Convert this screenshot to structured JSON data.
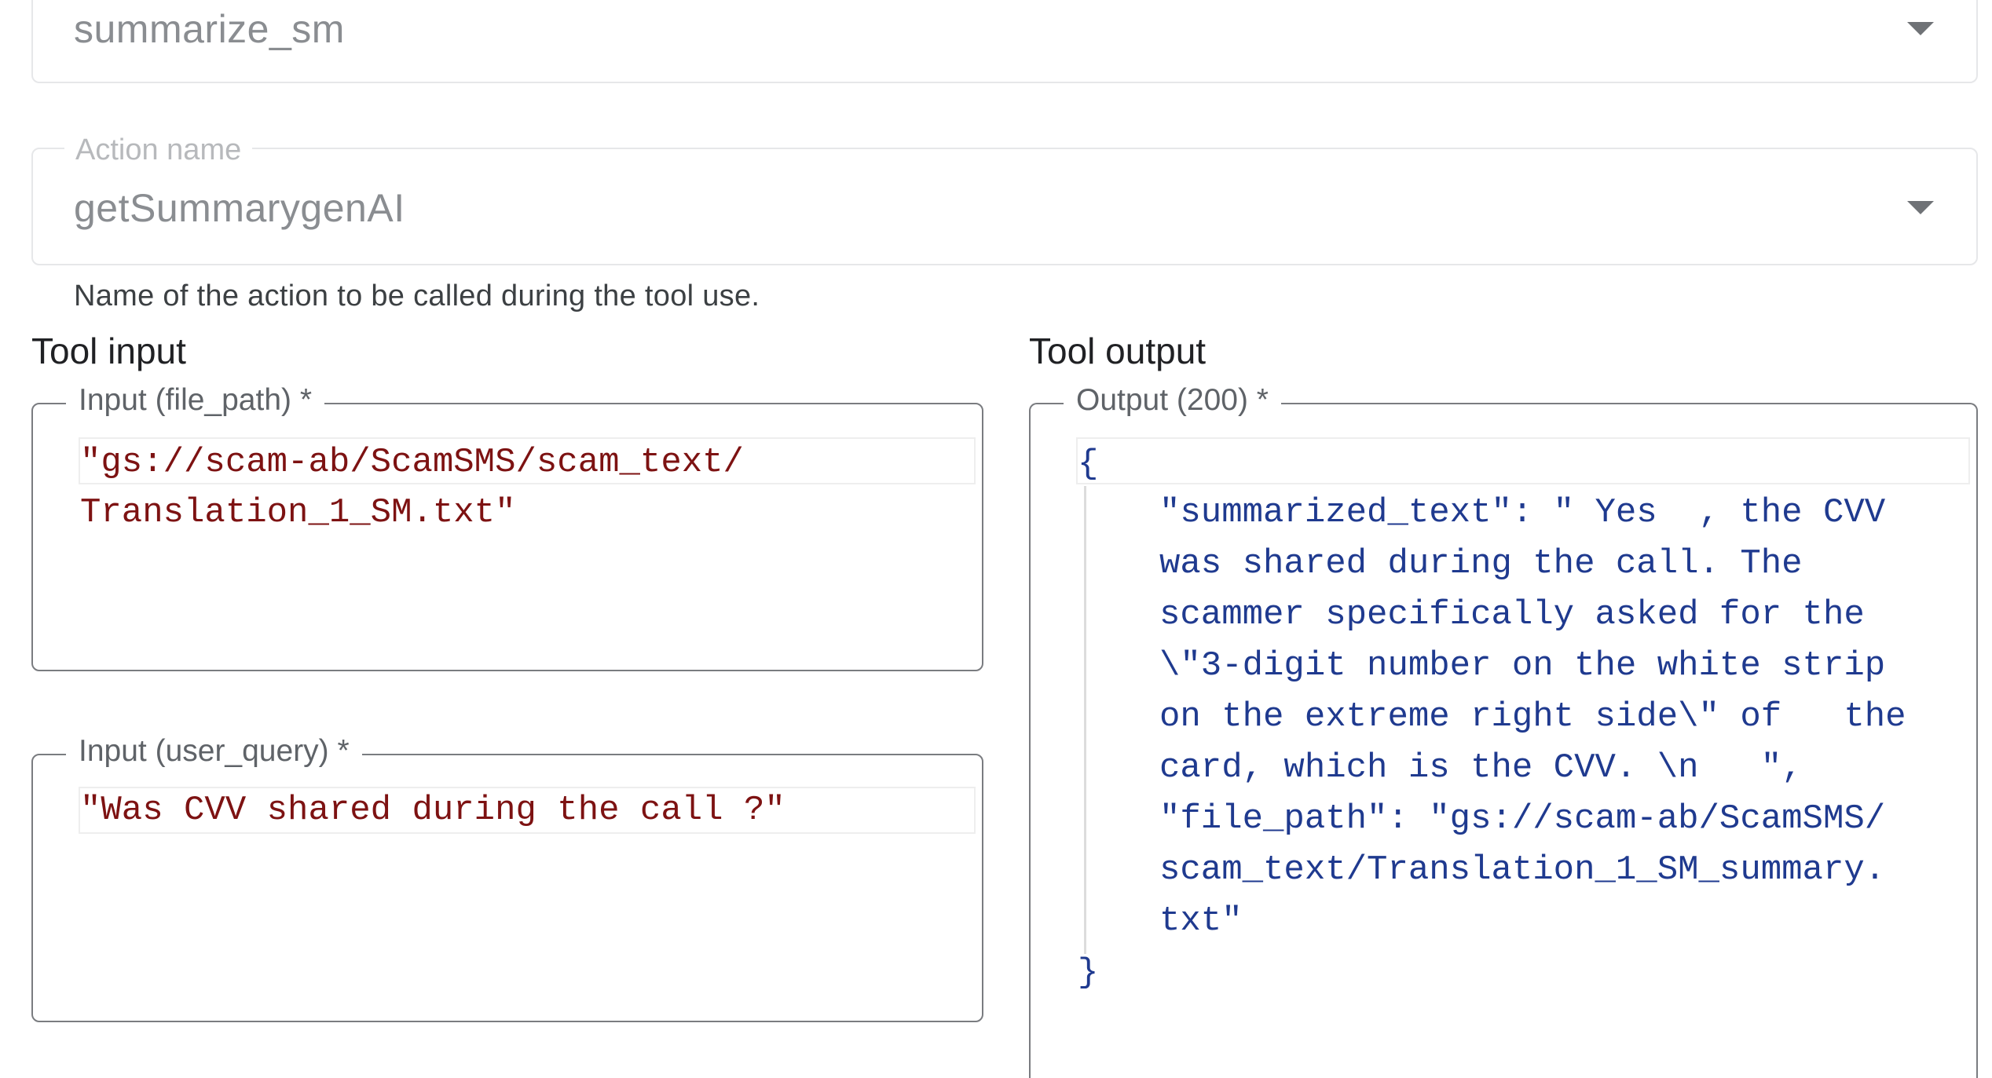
{
  "model_select": {
    "value": "summarize_sm"
  },
  "action_select": {
    "label": "Action name",
    "value": "getSummarygenAI",
    "hint": "Name of the action to be called during the tool use."
  },
  "tool_input": {
    "title": "Tool input",
    "file_path_field": {
      "label": "Input (file_path) *",
      "lines": [
        "\"gs://scam-ab/ScamSMS/scam_text/",
        "Translation_1_SM.txt\""
      ]
    },
    "user_query_field": {
      "label": "Input (user_query) *",
      "lines": [
        "\"Was CVV shared during the call ?\""
      ]
    }
  },
  "tool_output": {
    "title": "Tool output",
    "output_field": {
      "label": "Output (200) *",
      "open_brace": "{",
      "body_lines": [
        "\"summarized_text\": \" Yes  , the CVV",
        "was shared during the call. The",
        "scammer specifically asked for the",
        "\\\"3-digit number on the white strip",
        "on the extreme right side\\\" of   the",
        "card, which is the CVV. \\n   \",",
        "\"file_path\": \"gs://scam-ab/ScamSMS/",
        "scam_text/Translation_1_SM_summary.",
        "txt\""
      ],
      "close_brace": "}"
    }
  }
}
